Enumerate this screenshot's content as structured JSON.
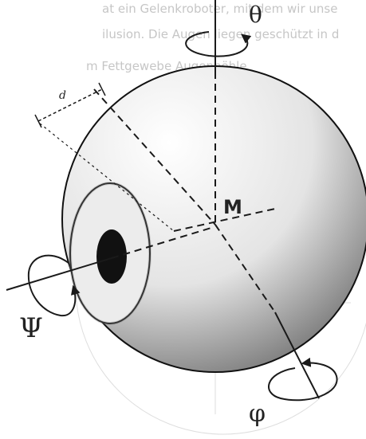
{
  "bleed_through_text": [
    "at ein Gelenkroboter, mit dem wir unse",
    "ilusion. Die Augen liegen geschützt in d",
    "m Fettgewebe Augenhöhle"
  ],
  "labels": {
    "theta": "θ",
    "center": "M",
    "psi": "Ψ",
    "phi": "φ",
    "distance": "d"
  },
  "colors": {
    "sphere_light": "#ffffff",
    "sphere_dark": "#6e6e6e",
    "iris": "#e9e9e9",
    "pupil": "#111111",
    "lines": "#1a1a1a"
  }
}
